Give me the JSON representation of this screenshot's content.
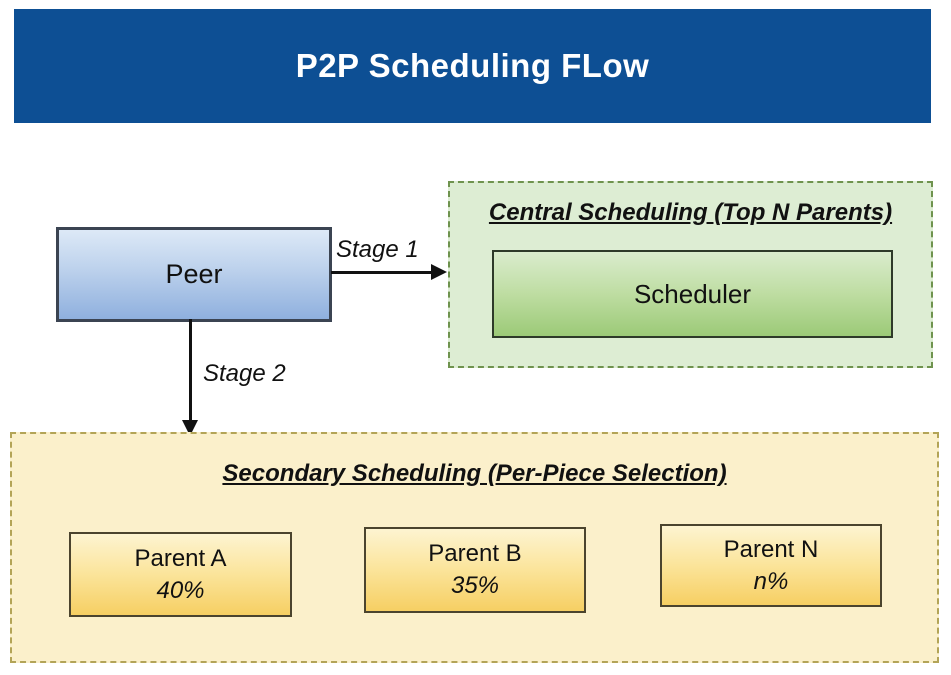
{
  "header": {
    "title": "P2P Scheduling FLow",
    "bg_color": "#0d4f94",
    "text_color": "#ffffff"
  },
  "peer": {
    "label": "Peer"
  },
  "arrows": {
    "stage1_label": "Stage 1",
    "stage2_label": "Stage 2",
    "color": "#111111"
  },
  "central_scheduling": {
    "title": "Central Scheduling (Top N Parents)",
    "scheduler_label": "Scheduler",
    "bg_color": "#ddedd3",
    "border_color": "#6f934e",
    "node_gradient_top": "#daeccd",
    "node_gradient_bottom": "#9cca78"
  },
  "secondary_scheduling": {
    "title": "Secondary Scheduling (Per-Piece Selection)",
    "bg_color": "#fbf0cb",
    "border_color": "#b3a457",
    "node_gradient_top": "#fdf4d1",
    "node_gradient_bottom": "#f6cf63",
    "parents": [
      {
        "name": "Parent A",
        "share": "40%"
      },
      {
        "name": "Parent B",
        "share": "35%"
      },
      {
        "name": "Parent N",
        "share": "n%"
      }
    ]
  }
}
